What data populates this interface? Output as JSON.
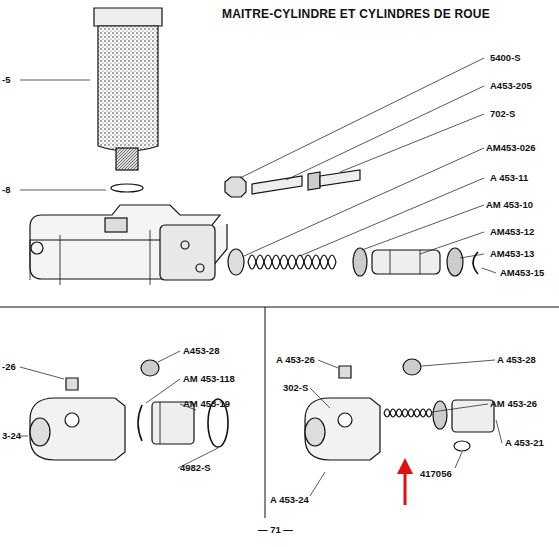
{
  "diagram": {
    "title": "MAITRE-CYLINDRE ET CYLINDRES DE ROUE",
    "labels": [
      "-5",
      "-8",
      "5400-S",
      "A453-205",
      "702-S",
      "AM453-026",
      "A 453-11",
      "AM 453-10",
      "AM453-12",
      "AM453-13",
      "AM453-15",
      "-26",
      "A453-28",
      "AM 453-118",
      "AM 453-19",
      "3-24",
      "4982-S",
      "A 453-26",
      "A 453-28",
      "302-S",
      "AM 453-26",
      "A 453-21",
      "417056",
      "A 453-24",
      "— 71 —"
    ]
  }
}
